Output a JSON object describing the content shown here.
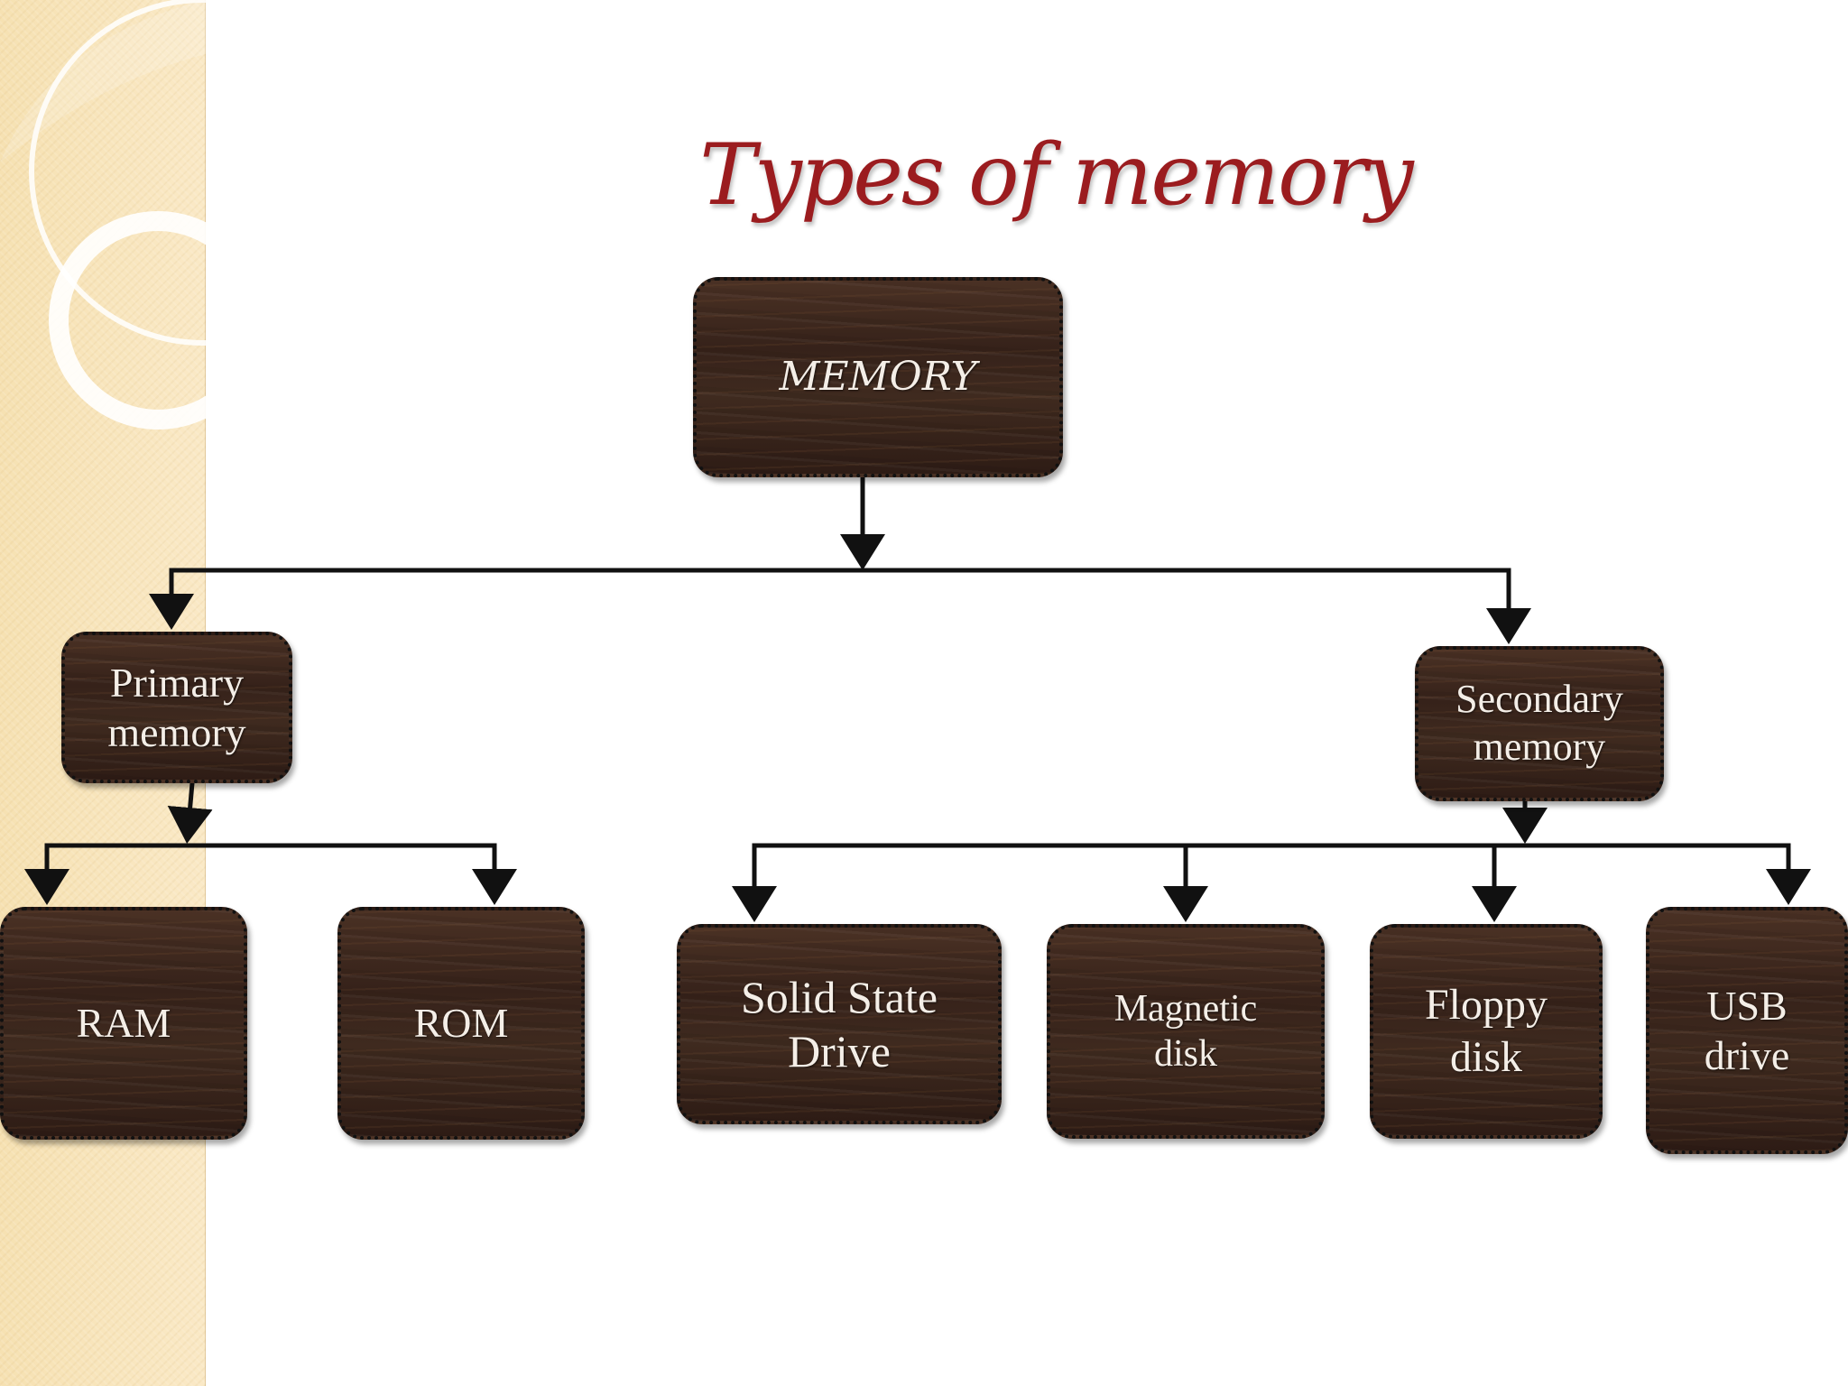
{
  "slide": {
    "title": "Types of memory",
    "colors": {
      "title": "#9b1c1f",
      "node_fill": "#3a241a",
      "node_text": "#f4eee7",
      "connector": "#111111",
      "side_band": "#f8e6bd"
    }
  },
  "nodes": {
    "memory": {
      "lines": [
        "MEMORY"
      ]
    },
    "primary": {
      "lines": [
        "Primary",
        "memory"
      ]
    },
    "secondary": {
      "lines": [
        "Secondary",
        "memory"
      ]
    },
    "ram": {
      "lines": [
        "RAM"
      ]
    },
    "rom": {
      "lines": [
        "ROM"
      ]
    },
    "ssd": {
      "lines": [
        "Solid State",
        "Drive"
      ]
    },
    "magnetic": {
      "lines": [
        "Magnetic",
        "disk"
      ]
    },
    "floppy": {
      "lines": [
        "Floppy",
        "disk"
      ]
    },
    "usb": {
      "lines": [
        "USB",
        "drive"
      ]
    }
  },
  "edges": [
    {
      "from": "memory",
      "to": "primary"
    },
    {
      "from": "memory",
      "to": "secondary"
    },
    {
      "from": "primary",
      "to": "ram"
    },
    {
      "from": "primary",
      "to": "rom"
    },
    {
      "from": "secondary",
      "to": "ssd"
    },
    {
      "from": "secondary",
      "to": "magnetic"
    },
    {
      "from": "secondary",
      "to": "floppy"
    },
    {
      "from": "secondary",
      "to": "usb"
    }
  ]
}
